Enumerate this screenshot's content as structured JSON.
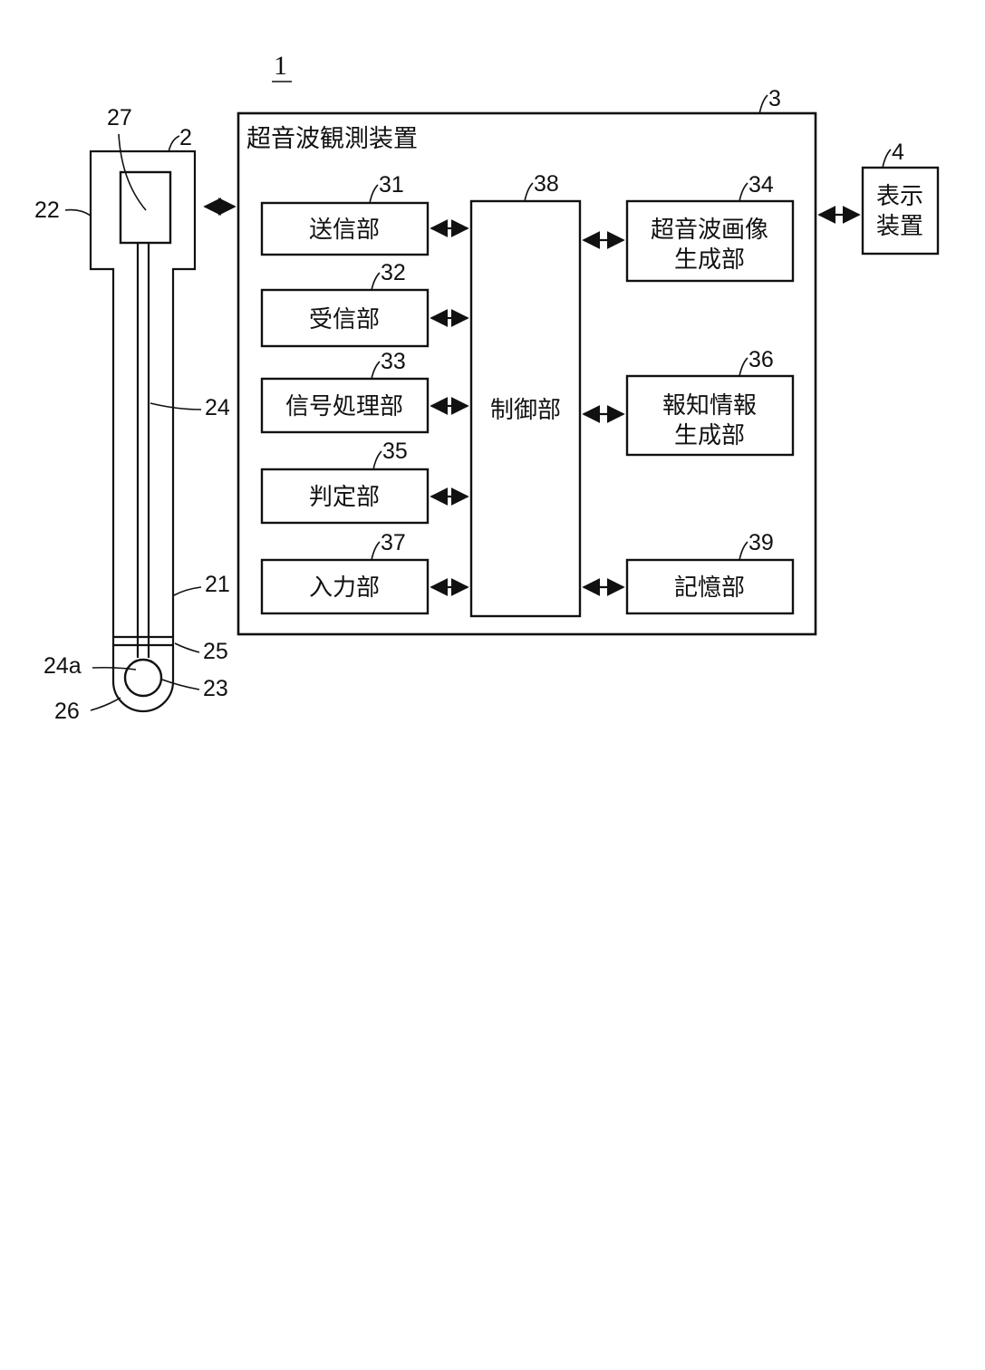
{
  "figure": {
    "number": "1"
  },
  "probe": {
    "ref": "2",
    "labels": {
      "l21": "21",
      "l22": "22",
      "l23": "23",
      "l24": "24",
      "l24a": "24a",
      "l25": "25",
      "l26": "26",
      "l27": "27"
    }
  },
  "device": {
    "ref": "3",
    "title": "超音波観測装置",
    "transmit": {
      "ref": "31",
      "label": "送信部"
    },
    "receive": {
      "ref": "32",
      "label": "受信部"
    },
    "signal": {
      "ref": "33",
      "label": "信号処理部"
    },
    "judge": {
      "ref": "35",
      "label": "判定部"
    },
    "input": {
      "ref": "37",
      "label": "入力部"
    },
    "control": {
      "ref": "38",
      "label": "制御部"
    },
    "image_gen": {
      "ref": "34",
      "line1": "超音波画像",
      "line2": "生成部"
    },
    "notify_gen": {
      "ref": "36",
      "line1": "報知情報",
      "line2": "生成部"
    },
    "memory": {
      "ref": "39",
      "label": "記憶部"
    }
  },
  "display": {
    "ref": "4",
    "line1": "表示",
    "line2": "装置"
  }
}
